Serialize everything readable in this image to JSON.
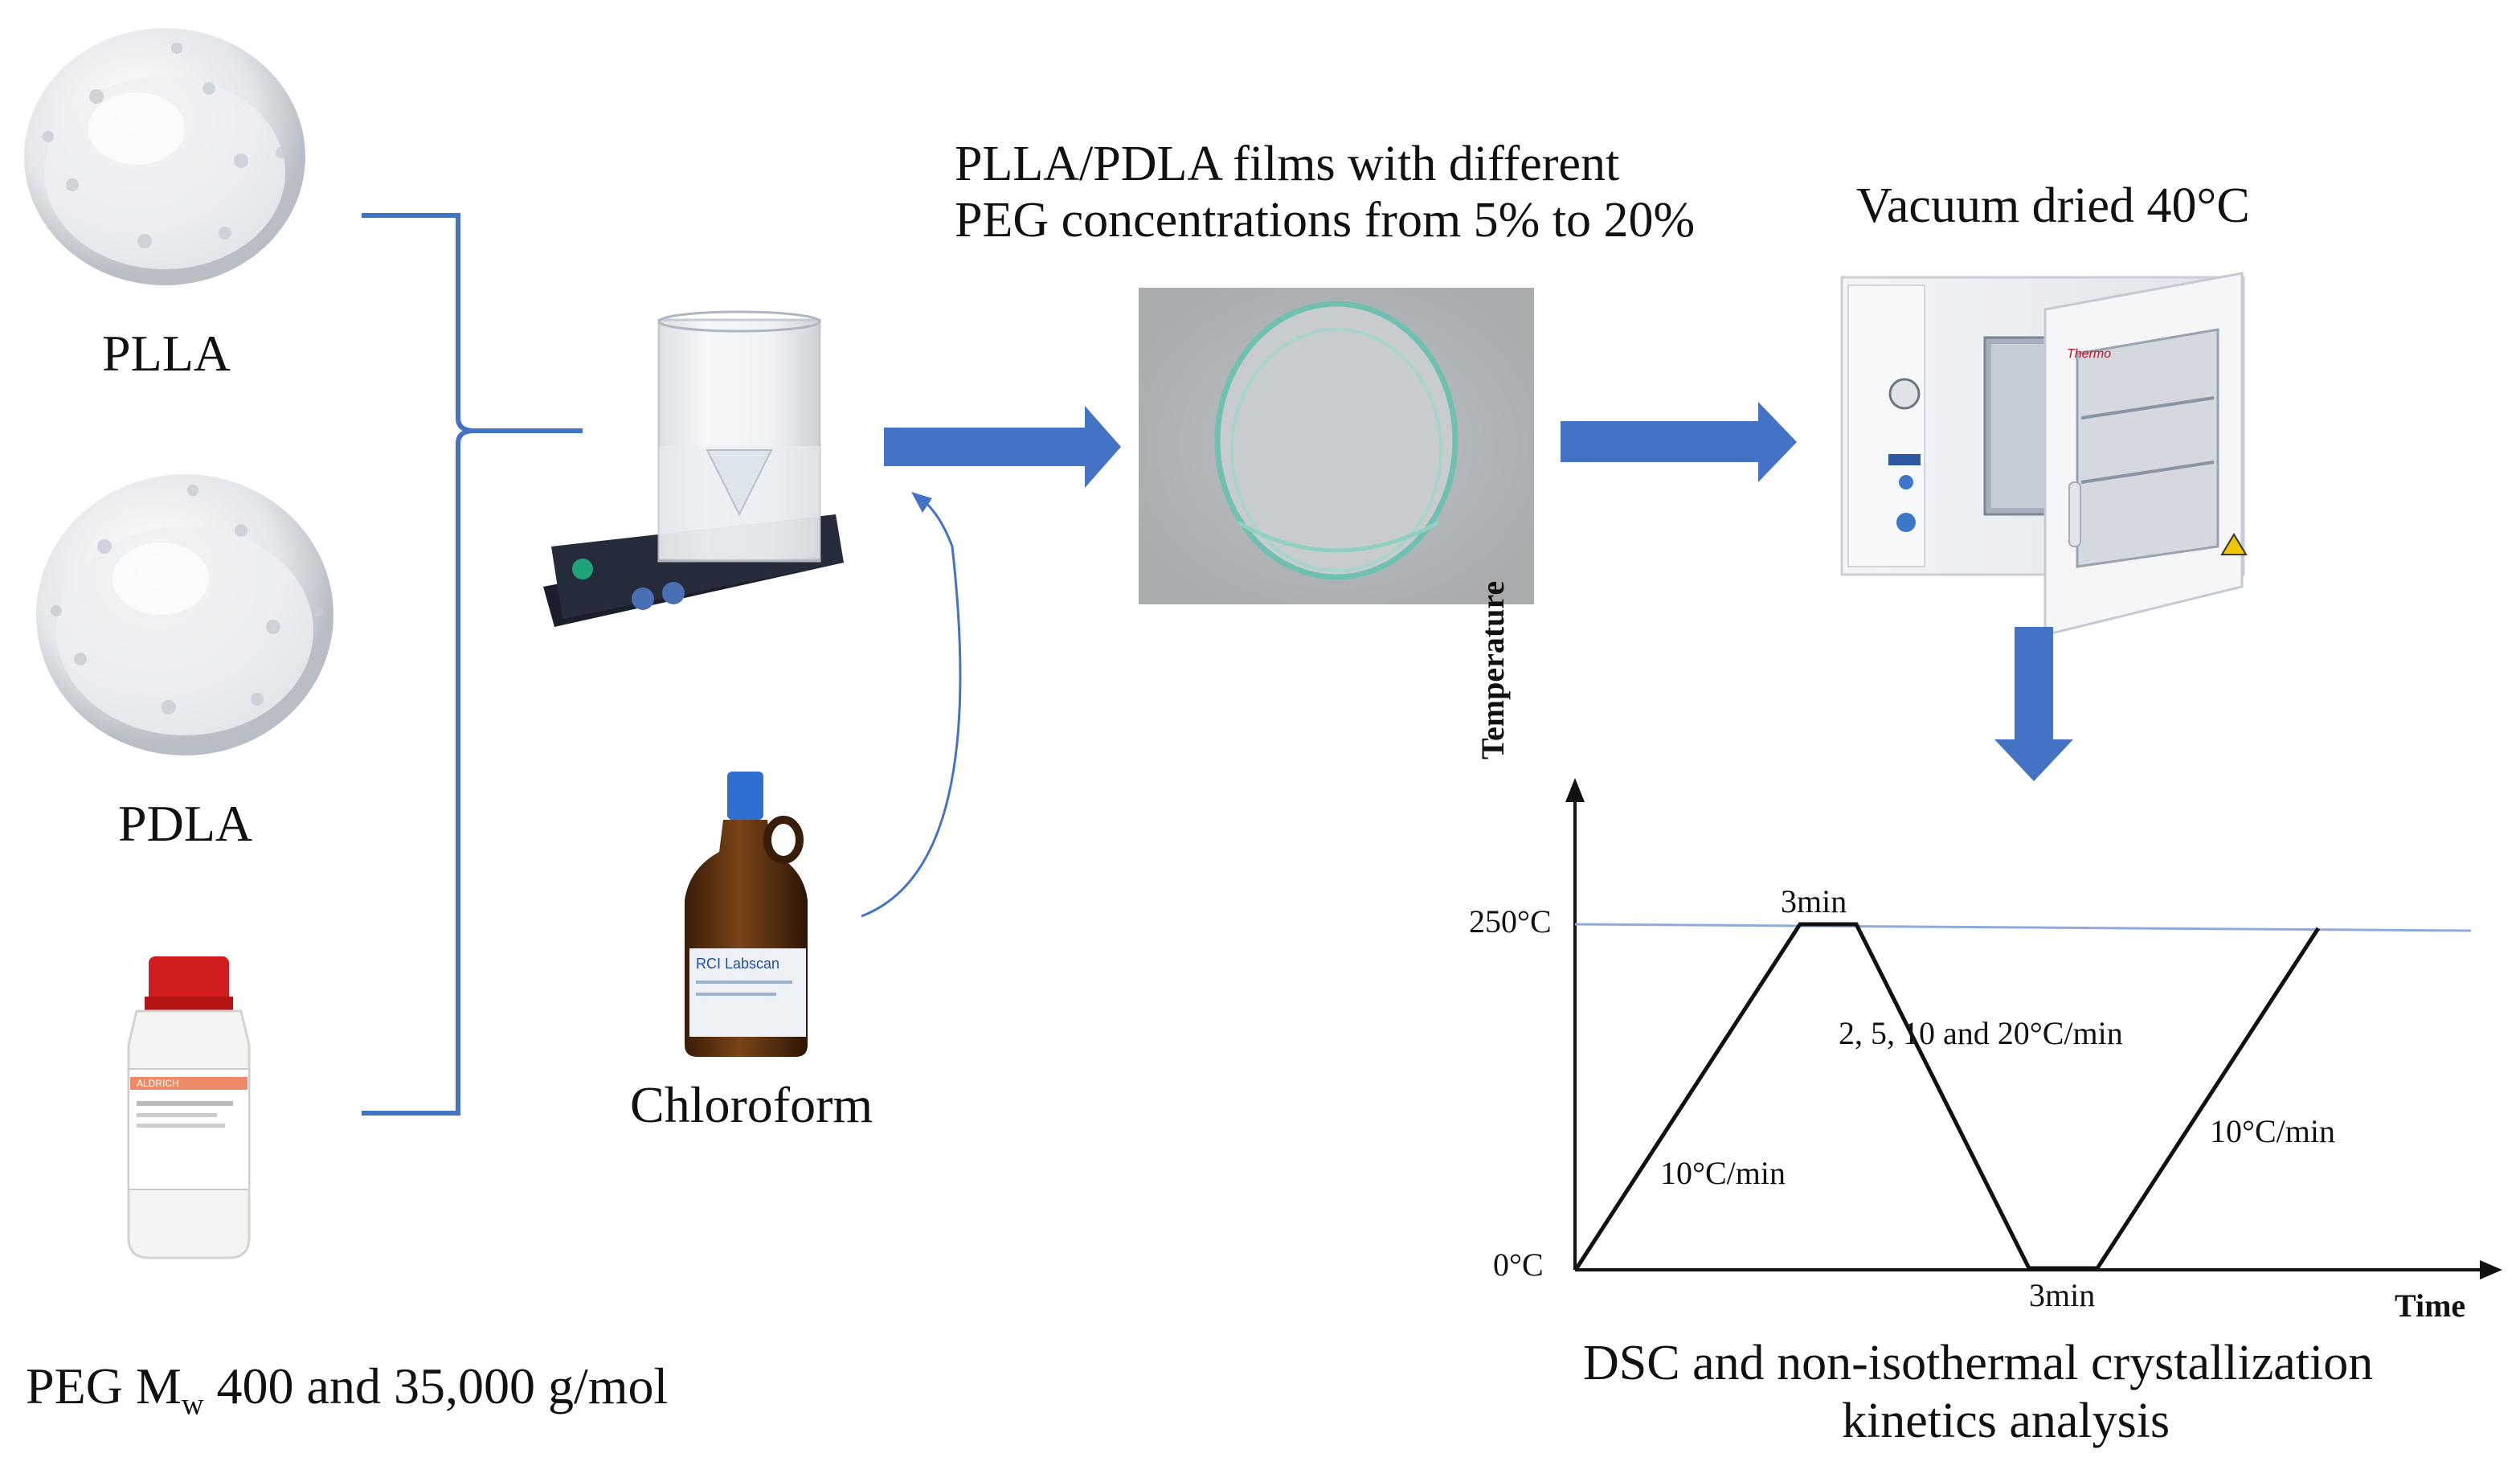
{
  "labels": {
    "plla": "PLLA",
    "pdla": "PDLA",
    "peg_prefix": "PEG M",
    "peg_sub": "w",
    "peg_suffix": " 400 and 35,000 g/mol",
    "chloroform": "Chloroform",
    "films_line1": "PLLA/PDLA films with different",
    "films_line2": "PEG concentrations from 5% to 20%",
    "vacuum": "Vacuum dried 40°C",
    "dsc_line1": "DSC and non-isothermal crystallization",
    "dsc_line2": "kinetics analysis"
  },
  "oven": {
    "brand": "Thermo"
  },
  "bottle": {
    "brand": "RCI Labscan",
    "peg_brand": "ALDRICH"
  },
  "profile": {
    "y_axis_label": "Temperature",
    "x_axis_label": "Time",
    "t_high": "250°C",
    "t_low": "0°C",
    "hold_top": "3min",
    "hold_bottom": "3min",
    "heat_rate": "10°C/min",
    "cool_rates": "2, 5, 10 and 20°C/min",
    "reheat_rate": "10°C/min"
  },
  "colors": {
    "arrow": "#4472C4",
    "bracket": "#4472C4",
    "reference_line": "#8FAADC",
    "profile_line": "#111111"
  }
}
